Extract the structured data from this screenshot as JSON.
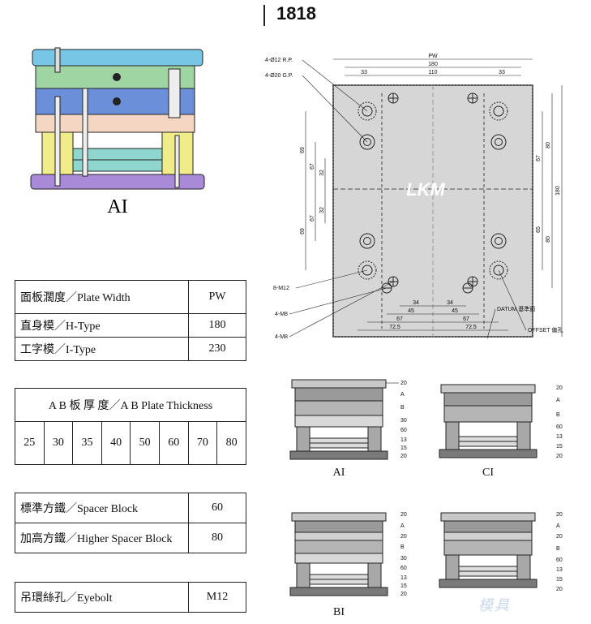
{
  "header": {
    "model": "1818"
  },
  "main_diagram": {
    "caption": "AI"
  },
  "plate_width_table": {
    "rows": [
      {
        "label": "面板濶度／Plate Width",
        "value": "PW"
      },
      {
        "label": "直身模／H-Type",
        "value": "180"
      },
      {
        "label": "工字模／I-Type",
        "value": "230"
      }
    ]
  },
  "ab_thickness_table": {
    "title": "A B 板 厚 度／A B Plate Thickness",
    "values": [
      "25",
      "30",
      "35",
      "40",
      "50",
      "60",
      "70",
      "80"
    ]
  },
  "spacer_table": {
    "rows": [
      {
        "label": "標準方鐵／Spacer Block",
        "value": "60"
      },
      {
        "label": "加高方鐵／Higher Spacer Block",
        "value": "80"
      }
    ]
  },
  "eyebolt_table": {
    "label": "吊環絲孔／Eyebolt",
    "value": "M12"
  },
  "plan_view": {
    "brand": "LKM",
    "callouts": {
      "rp": "4-Ø12 R.P.",
      "gp": "4-Ø20 G.P.",
      "m12": "8-M12",
      "m8a": "4-M8",
      "m8b": "4-M8",
      "datum": "DATUM 基準面",
      "offset": "OFFSET 偏孔"
    },
    "dims": {
      "pw": "PW",
      "w180": "180",
      "w110": "110",
      "w33a": "33",
      "w33b": "33",
      "r80a": "80",
      "r180": "180",
      "r80b": "80",
      "r67": "67",
      "r65": "65",
      "l69a": "69",
      "l67": "67",
      "l32a": "32",
      "l32b": "32",
      "l69b": "69",
      "l67b": "67",
      "b34a": "34",
      "b34b": "34",
      "b45a": "45",
      "b45b": "45",
      "b67a": "67",
      "b67b": "67",
      "b725a": "72.5",
      "b725b": "72.5"
    }
  },
  "small_views": [
    {
      "caption": "AI",
      "labels": [
        "20",
        "A",
        "B",
        "30",
        "60",
        "13",
        "15",
        "20"
      ]
    },
    {
      "caption": "CI",
      "labels": [
        "20",
        "A",
        "B",
        "60",
        "13",
        "15",
        "20"
      ]
    },
    {
      "caption": "BI",
      "labels": [
        "20",
        "A",
        "20",
        "B",
        "30",
        "60",
        "13",
        "15",
        "20"
      ]
    },
    {
      "caption": "",
      "labels": [
        "20",
        "A",
        "20",
        "B",
        "60",
        "13",
        "15",
        "20"
      ]
    }
  ],
  "watermark": "模具"
}
